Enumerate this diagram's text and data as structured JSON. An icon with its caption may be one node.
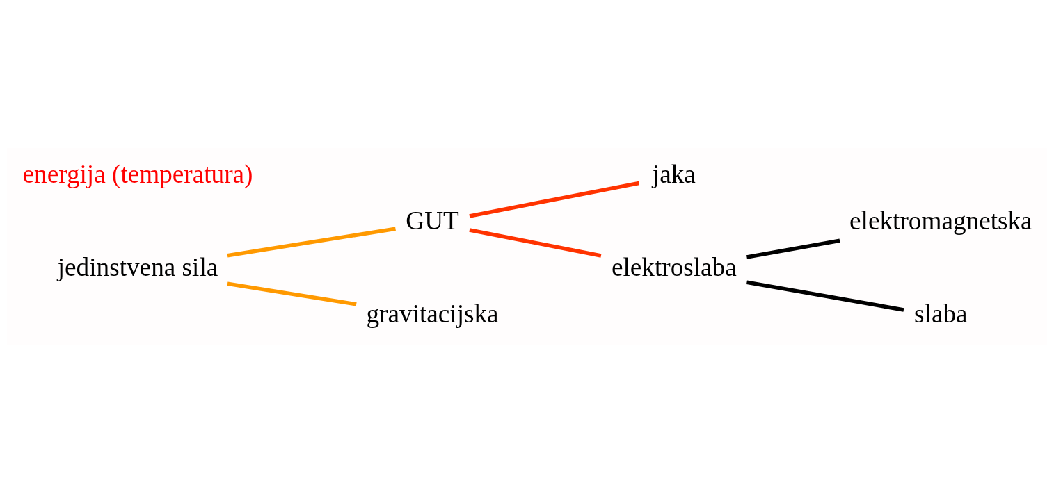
{
  "diagram": {
    "nodes": [
      {
        "text": [
          "jedinstvena sila"
        ]
      },
      {
        "text": [
          "GUT"
        ]
      },
      {
        "text": [
          "gravitacijska"
        ]
      },
      {
        "text": [
          "jaka"
        ]
      },
      {
        "text": [
          "elektroslaba"
        ]
      },
      {
        "text": [
          "elektromagnetska"
        ]
      },
      {
        "text": [
          "slaba"
        ]
      }
    ],
    "edges": [
      {
        "from": 0,
        "to": 1,
        "arrow": "none",
        "color": "#ff9900"
      },
      {
        "from": 0,
        "to": 2,
        "arrow": "none",
        "color": "#ff9900"
      },
      {
        "from": 1,
        "to": 3,
        "arrow": "none",
        "color": "#ff3300"
      },
      {
        "from": 1,
        "to": 4,
        "arrow": "none",
        "color": "#ff3300"
      },
      {
        "from": 4,
        "to": 5,
        "arrow": "none",
        "color": "#000000"
      },
      {
        "from": 4,
        "to": 6,
        "arrow": "none",
        "color": "#000000"
      }
    ],
    "labels": [
      "energija (temperatura)"
    ]
  }
}
